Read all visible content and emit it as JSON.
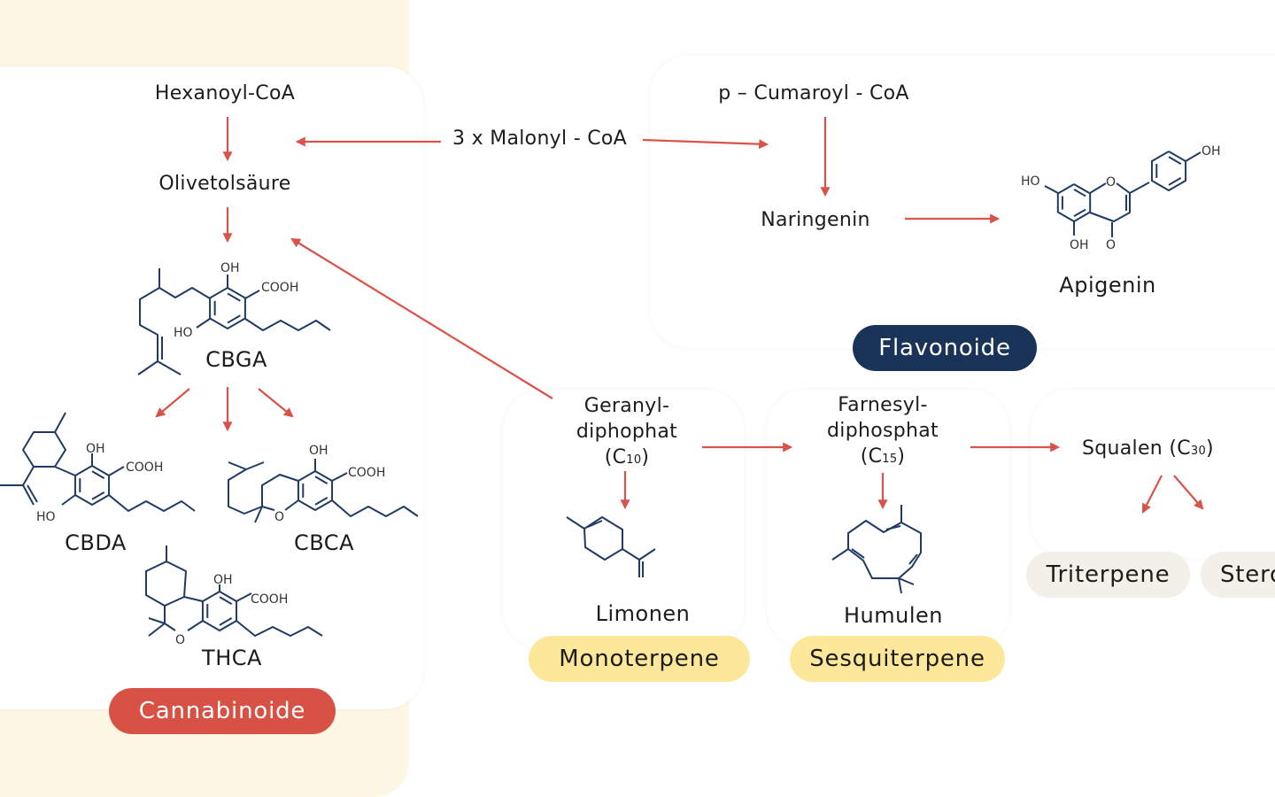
{
  "colors": {
    "arrow": "#d9534a",
    "bond": "#1f3b63",
    "cream_bg": "#fef7e4",
    "cannabinoide": "#d85145",
    "flavonoide": "#1a3358",
    "terpene": "#fde79a",
    "neutral": "#f3f0ea"
  },
  "cannabinoids": {
    "precursor": "Hexanoyl-CoA",
    "intermediate": "Olivetolsäure",
    "cbga": "CBGA",
    "cbda": "CBDA",
    "cbca": "CBCA",
    "thca": "THCA",
    "badge": "Cannabinoide"
  },
  "malonyl": "3 x Malonyl - CoA",
  "flavonoids": {
    "precursor": "p – Cumaroyl - CoA",
    "intermediate": "Naringenin",
    "product": "Apigenin",
    "badge": "Flavonoide"
  },
  "terpenes": {
    "geranyl": {
      "line1": "Geranyl-",
      "line2": "diphophat",
      "formula": "(C",
      "sub": "10",
      "close": ")"
    },
    "limonen": "Limonen",
    "mono_badge": "Monoterpene",
    "farnesyl": {
      "line1": "Farnesyl-",
      "line2": "diphosphat",
      "formula": "(C",
      "sub": "15",
      "close": ")"
    },
    "humulen": "Humulen",
    "sesqui_badge": "Sesquiterpene",
    "squalen": {
      "text": "Squalen (C",
      "sub": "30",
      "close": ")"
    },
    "tri_badge": "Triterpene",
    "stero_badge": "Stero"
  },
  "atoms": {
    "oh": "OH",
    "ho": "HO",
    "cooh": "COOH",
    "o": "O"
  }
}
